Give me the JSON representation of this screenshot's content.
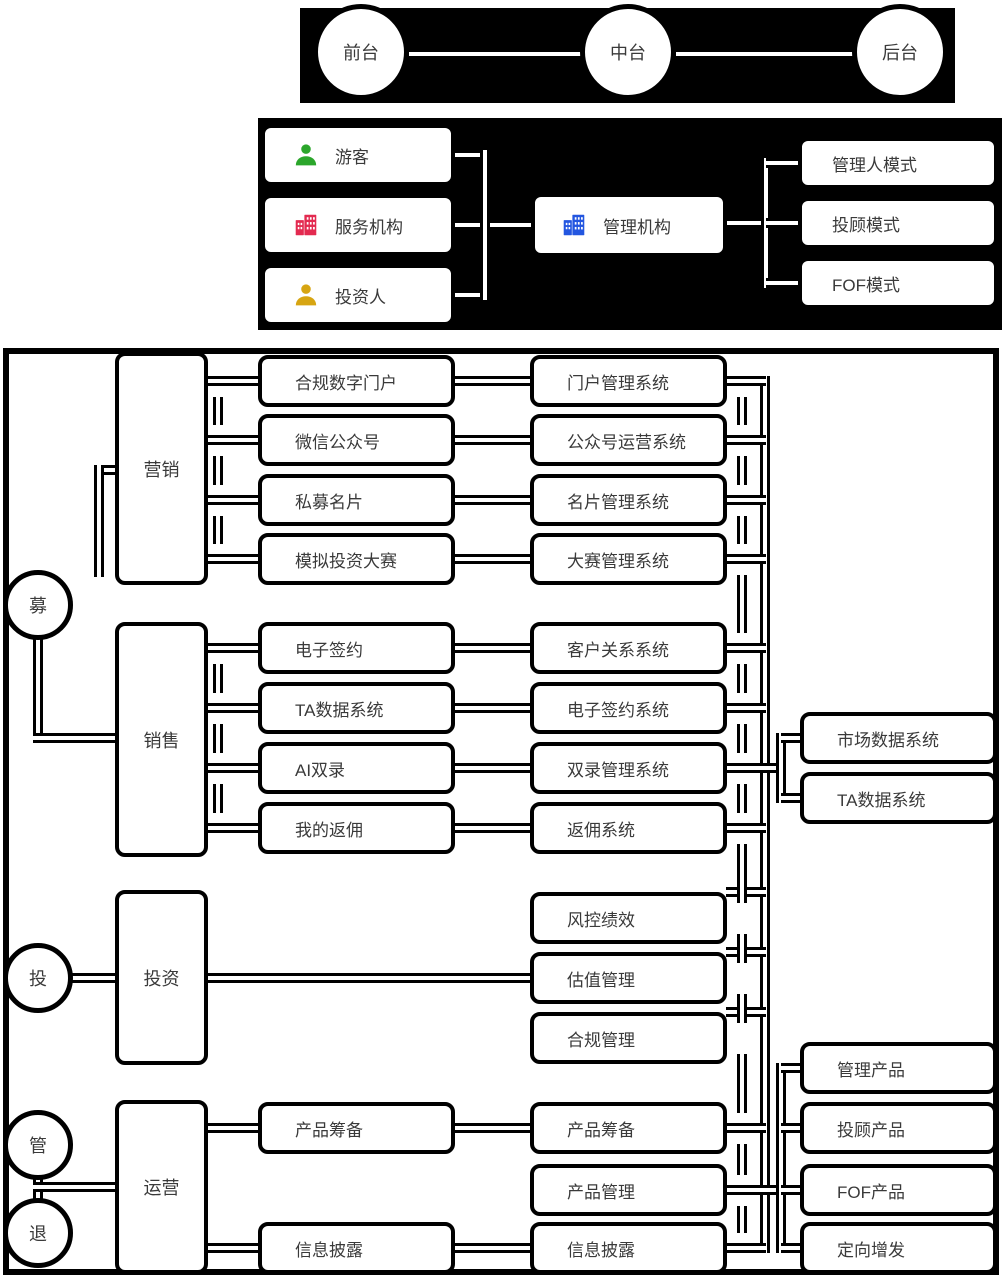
{
  "tiers": {
    "nodes": [
      "前台",
      "中台",
      "后台"
    ]
  },
  "access": {
    "actors": [
      {
        "label": "游客",
        "icon": "person-icon",
        "color": "#2ba62b"
      },
      {
        "label": "服务机构",
        "icon": "building-icon",
        "color": "#e32a50"
      },
      {
        "label": "投资人",
        "icon": "person-icon",
        "color": "#d7a512"
      }
    ],
    "hub": {
      "label": "管理机构",
      "icon": "building-icon",
      "color": "#2356e0"
    },
    "modes": [
      "管理人模式",
      "投顾模式",
      "FOF模式"
    ]
  },
  "lifecycle": {
    "phases": [
      "募",
      "投",
      "管",
      "退"
    ],
    "categories": [
      "营销",
      "销售",
      "投资",
      "运营"
    ],
    "front_items": [
      "合规数字门户",
      "微信公众号",
      "私募名片",
      "模拟投资大赛",
      "电子签约",
      "TA数据系统",
      "AI双录",
      "我的返佣",
      "产品筹备",
      "信息披露"
    ],
    "mid_systems": [
      "门户管理系统",
      "公众号运营系统",
      "名片管理系统",
      "大赛管理系统",
      "客户关系系统",
      "电子签约系统",
      "双录管理系统",
      "返佣系统",
      "风控绩效",
      "估值管理",
      "合规管理",
      "产品筹备",
      "产品管理",
      "信息披露"
    ],
    "shared_systems": [
      "市场数据系统",
      "TA数据系统"
    ],
    "back_products": [
      "管理产品",
      "投顾产品",
      "FOF产品",
      "定向增发"
    ]
  }
}
